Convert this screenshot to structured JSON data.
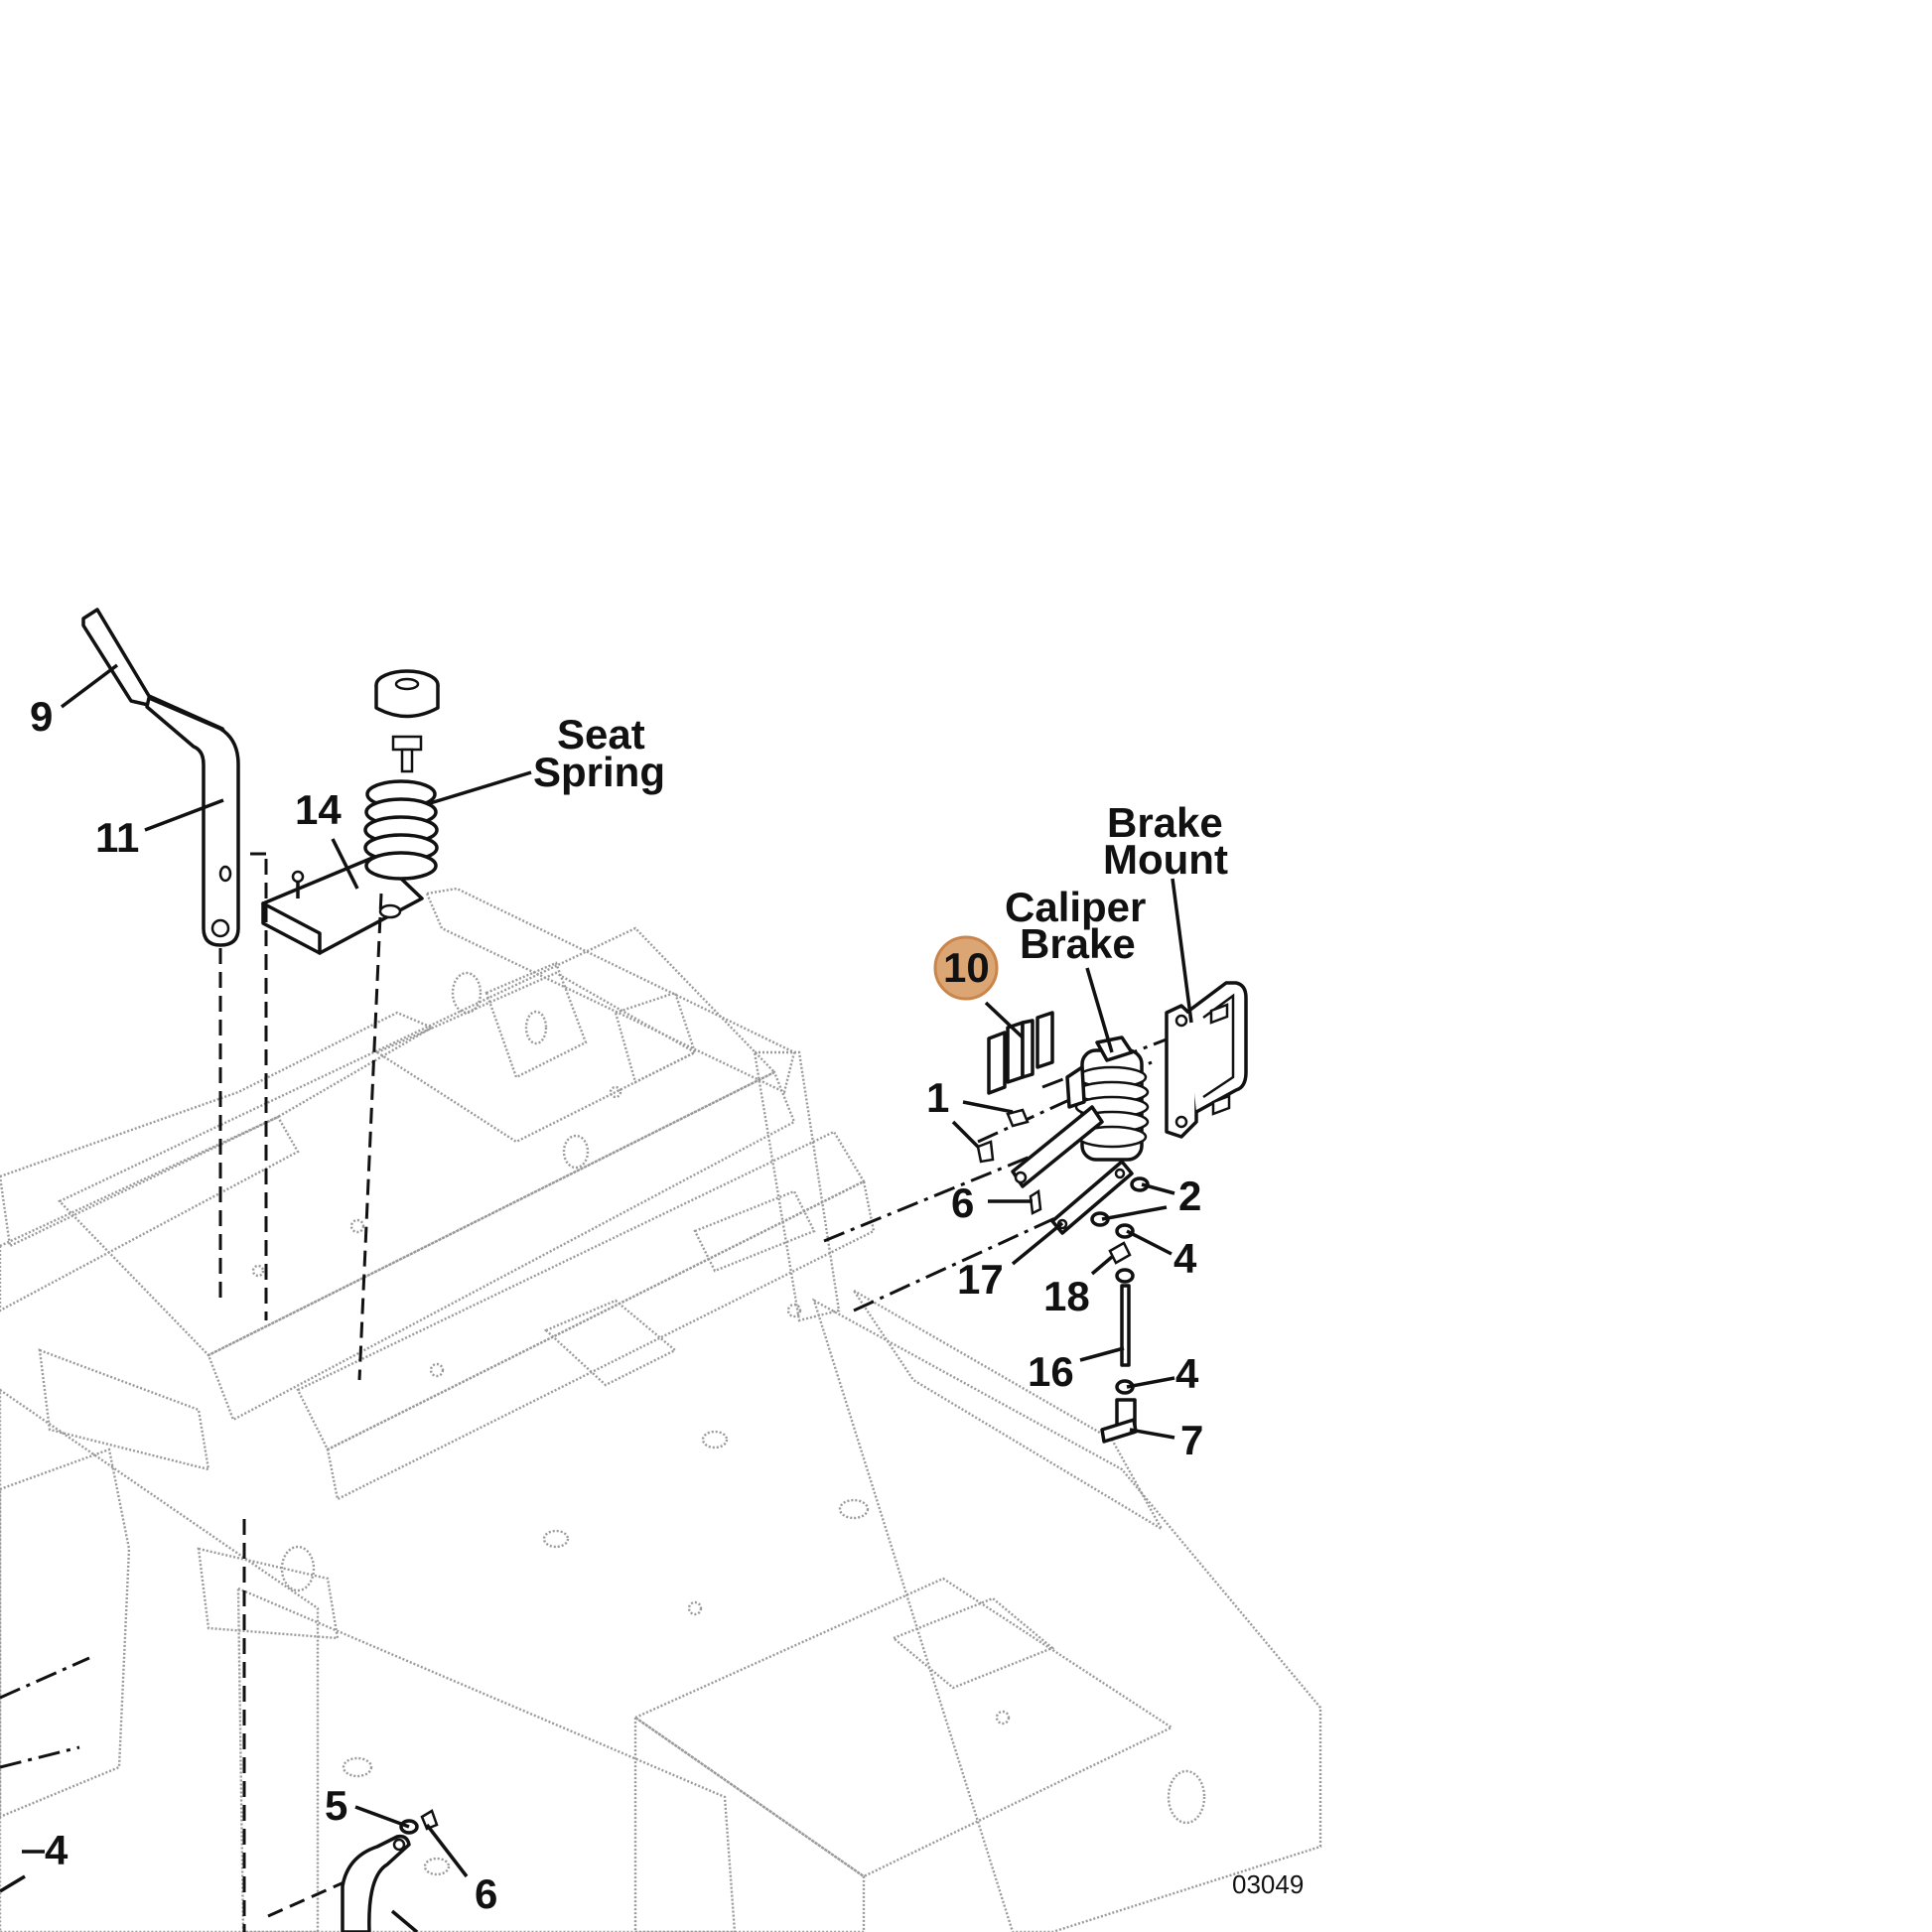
{
  "labels": {
    "c9": "9",
    "c11": "11",
    "c14": "14",
    "seat_spring_1": "Seat",
    "seat_spring_2": "Spring",
    "brake_mount_1": "Brake",
    "brake_mount_2": "Mount",
    "caliper_brake_1": "Caliper",
    "caliper_brake_2": "Brake",
    "c10": "10",
    "c1": "1",
    "c2": "2",
    "c6a": "6",
    "c4a": "4",
    "c17": "17",
    "c18": "18",
    "c16": "16",
    "c4b": "4",
    "c7": "7",
    "c5": "5",
    "c6b": "6",
    "c4c": "4",
    "figure_number": "03049"
  },
  "highlighted_callout": "10",
  "colors": {
    "highlight_fill": "#dca674",
    "highlight_stroke": "#c9854a",
    "ink": "#111111",
    "frame": "#9a9a9a"
  }
}
